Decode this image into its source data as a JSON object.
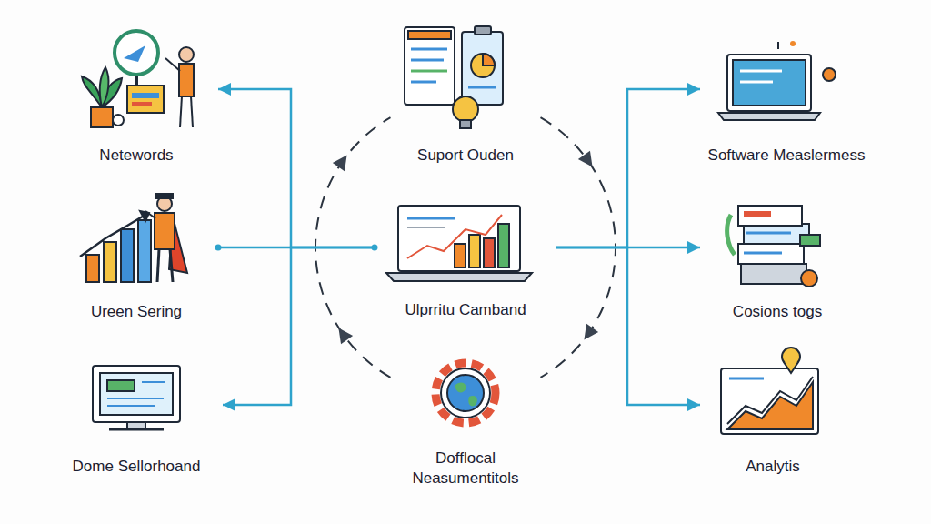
{
  "diagram": {
    "nodes": [
      {
        "text": [
          "Netewords"
        ]
      },
      {
        "text": [
          "Suport Ouden"
        ]
      },
      {
        "text": [
          "Software Measlermess"
        ]
      },
      {
        "text": [
          "Ureen Sering"
        ]
      },
      {
        "text": [
          "Ulprritu Camband"
        ]
      },
      {
        "text": [
          "Cosions togs"
        ]
      },
      {
        "text": [
          "Dome Sellorhoand"
        ]
      },
      {
        "text": [
          "Dofflocal Neasumentitols"
        ]
      },
      {
        "text": [
          "Analytis"
        ]
      }
    ],
    "edges": [
      {
        "from": 4,
        "to": 0,
        "arrow": "to"
      },
      {
        "from": 4,
        "to": 3,
        "arrow": "none"
      },
      {
        "from": 4,
        "to": 6,
        "arrow": "to"
      },
      {
        "from": 4,
        "to": 2,
        "arrow": "to"
      },
      {
        "from": 4,
        "to": 5,
        "arrow": "to"
      },
      {
        "from": 4,
        "to": 8,
        "arrow": "to"
      }
    ]
  }
}
